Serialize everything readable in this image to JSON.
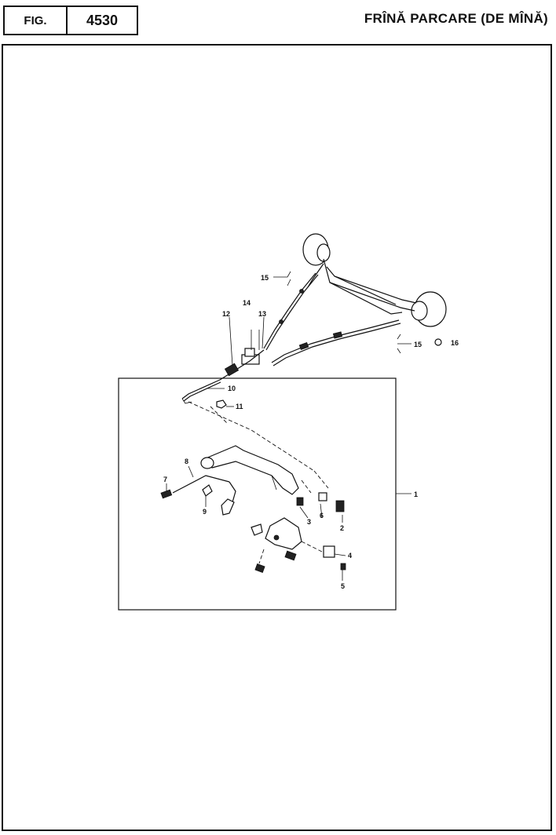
{
  "header": {
    "fig_label": "FIG.",
    "fig_number": "4530",
    "title": "FRÎNĂ PARCARE (DE MÎNĂ)"
  },
  "callouts": {
    "c1": "1",
    "c2": "2",
    "c3": "3",
    "c4": "4",
    "c5": "5",
    "c6": "6",
    "c7": "7",
    "c8": "8",
    "c9": "9",
    "c10": "10",
    "c11": "11",
    "c12": "12",
    "c13": "13",
    "c14": "14",
    "c15a": "15",
    "c15b": "15",
    "c16": "16"
  }
}
